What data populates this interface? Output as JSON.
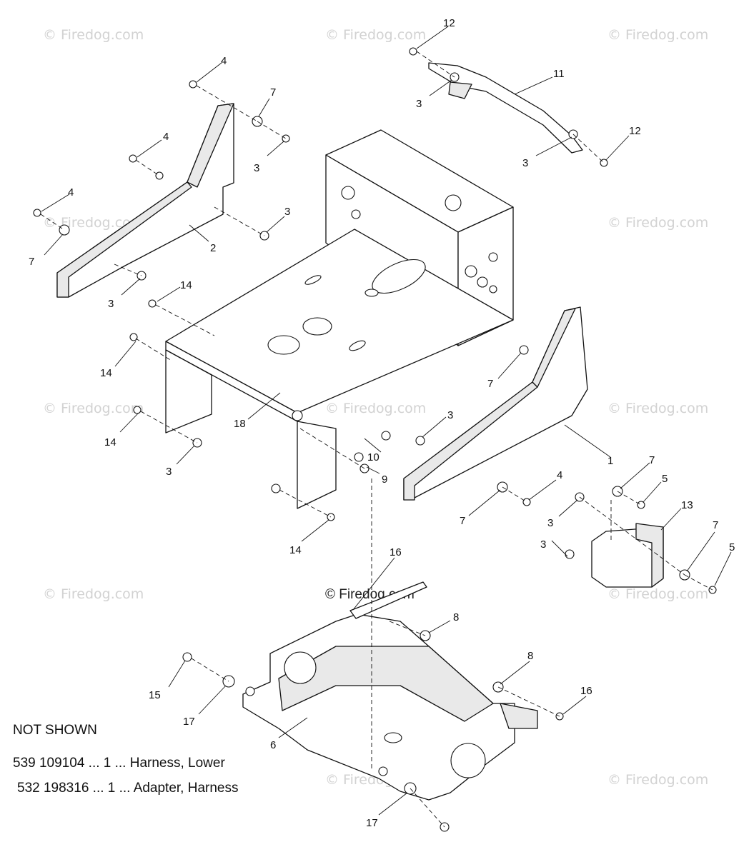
{
  "watermark": "© Firedog.com",
  "callouts": [
    "1",
    "2",
    "3",
    "4",
    "5",
    "6",
    "7",
    "8",
    "9",
    "10",
    "11",
    "12",
    "13",
    "14",
    "15",
    "16",
    "17",
    "18"
  ],
  "not_shown": {
    "heading": "NOT SHOWN",
    "items": [
      "539 109104 ... 1 ... Harness, Lower",
      "532 198316 ... 1 ... Adapter, Harness"
    ]
  }
}
